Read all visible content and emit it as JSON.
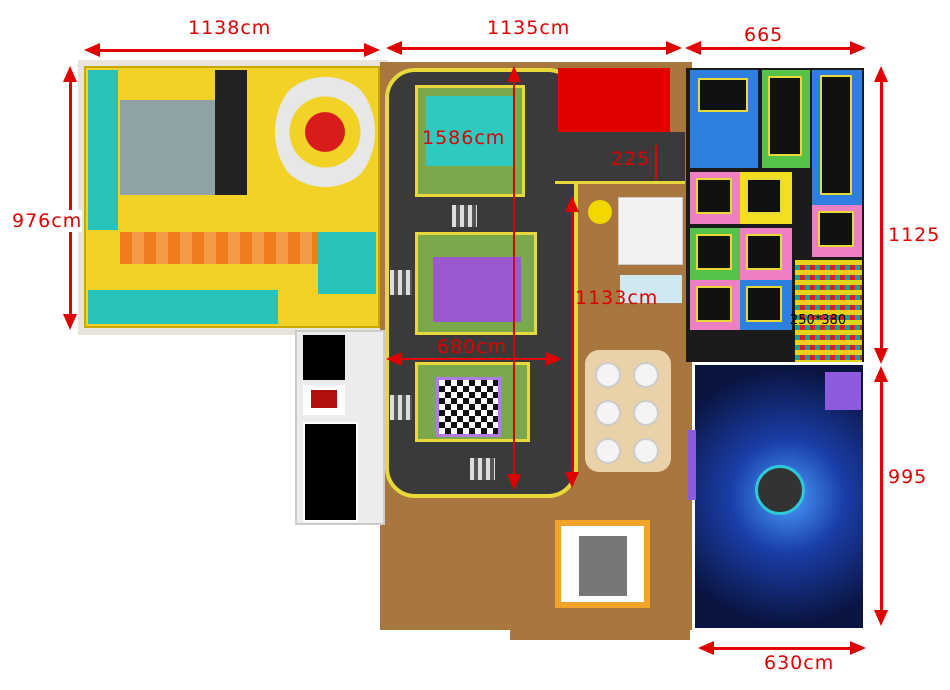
{
  "dimensions": {
    "top_left": "1138cm",
    "top_middle": "1135cm",
    "top_right": "665",
    "left": "976cm",
    "right_upper": "1125",
    "right_lower": "995",
    "bottom_right": "630cm",
    "track_vertical": "1586cm",
    "crosswalk_gap": "225",
    "track_right_vertical": "1133cm",
    "track_width": "680cm",
    "ball_pit": "250*380"
  },
  "colors": {
    "dimension": "#e00000",
    "floor": "#a8773f",
    "soft_play": "#f2d227",
    "teal": "#27c2b8",
    "road": "#3a3a3a",
    "ninja_bg": "#0d1f5c"
  }
}
